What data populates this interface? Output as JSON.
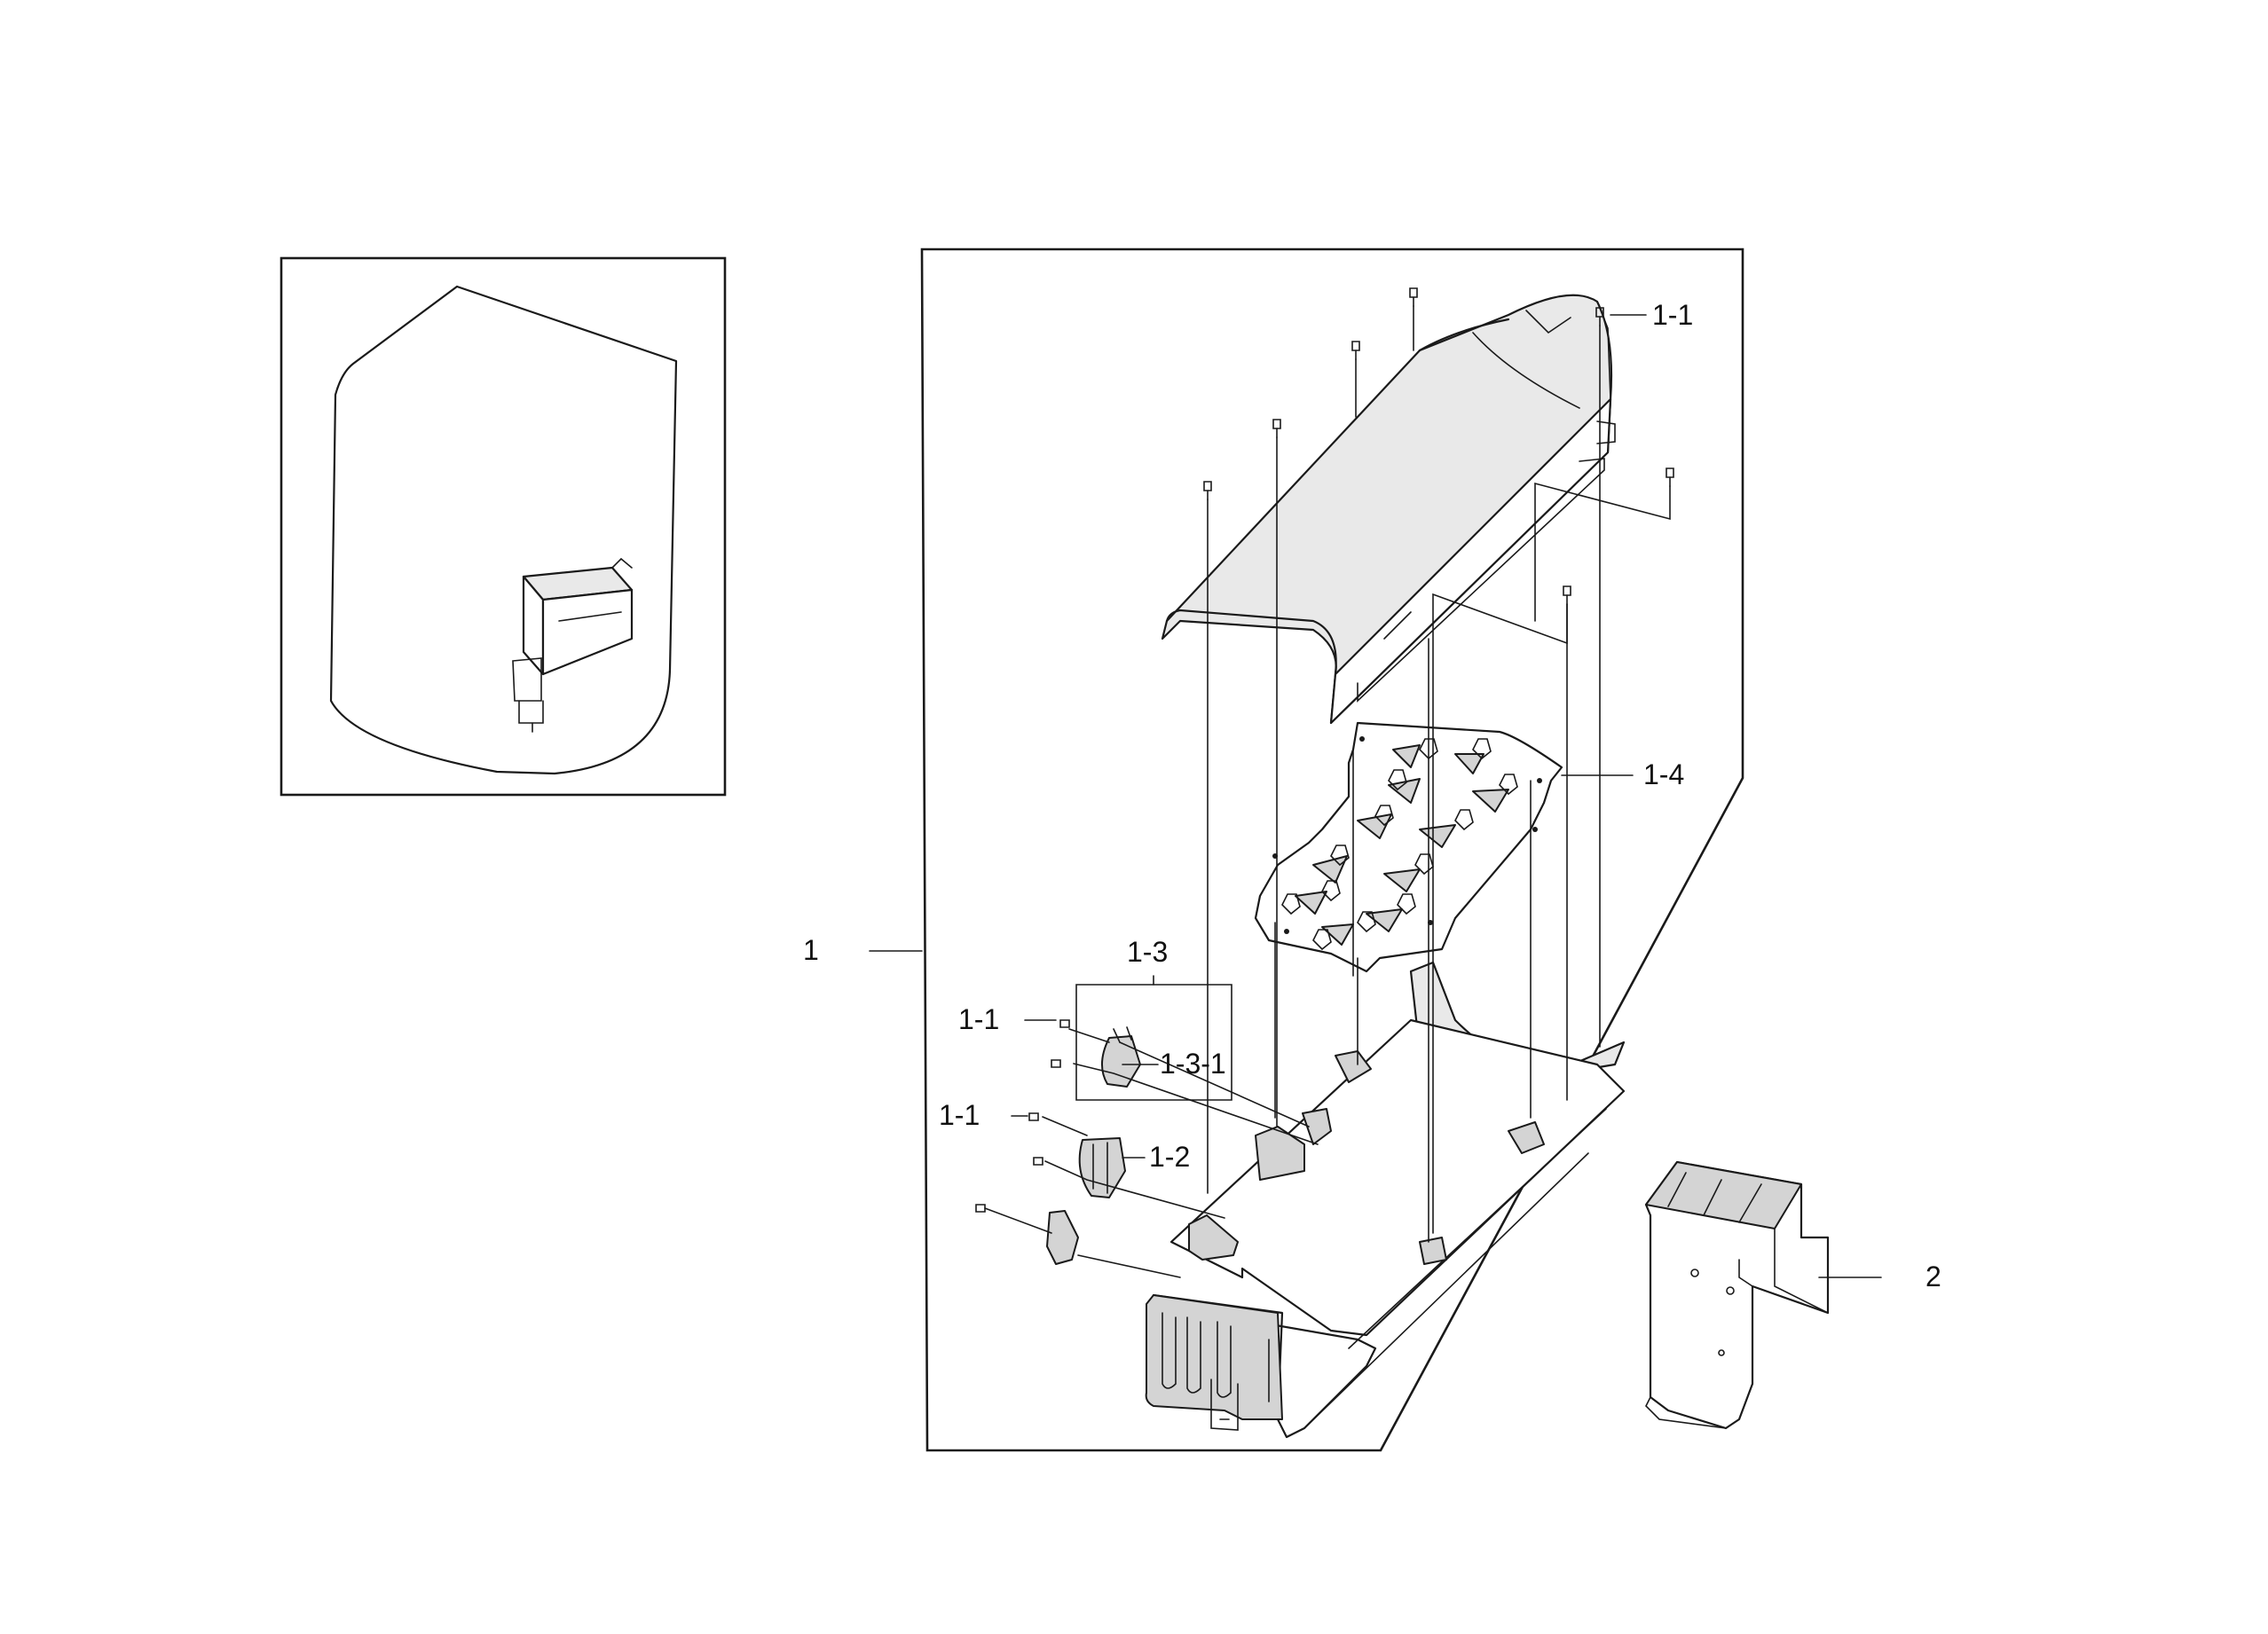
{
  "callouts": {
    "assembly": "1",
    "screw_top": "1-1",
    "screw_left_upper": "1-1",
    "screw_left_lower": "1-1",
    "thermostat": "1-2",
    "fuse_group": "1-3",
    "fuse": "1-3-1",
    "heater_plate": "1-4",
    "bracket": "2"
  },
  "icons": {
    "screw": "screw-icon"
  }
}
